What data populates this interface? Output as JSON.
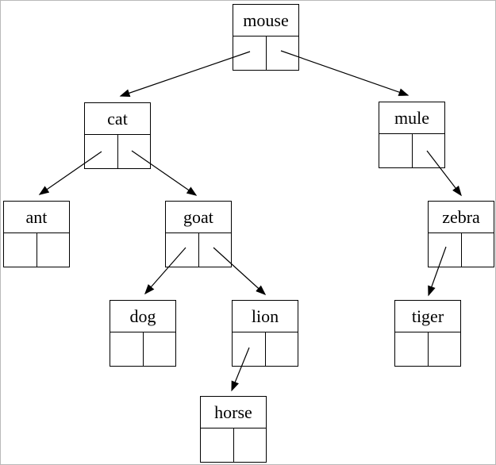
{
  "colors": {
    "line": "#000000",
    "background": "#ffffff",
    "page_border": "#b9b9b9"
  },
  "tree": {
    "type": "binary-tree-diagram",
    "root": "mouse",
    "nodes": [
      {
        "label": "mouse",
        "left": "cat",
        "right": "mule"
      },
      {
        "label": "cat",
        "left": "ant",
        "right": "goat"
      },
      {
        "label": "mule",
        "left": null,
        "right": "zebra"
      },
      {
        "label": "ant",
        "left": null,
        "right": null
      },
      {
        "label": "goat",
        "left": "dog",
        "right": "lion"
      },
      {
        "label": "zebra",
        "left": "tiger",
        "right": null
      },
      {
        "label": "dog",
        "left": null,
        "right": null
      },
      {
        "label": "lion",
        "left": "horse",
        "right": null
      },
      {
        "label": "tiger",
        "left": null,
        "right": null
      },
      {
        "label": "horse",
        "left": null,
        "right": null
      }
    ]
  }
}
